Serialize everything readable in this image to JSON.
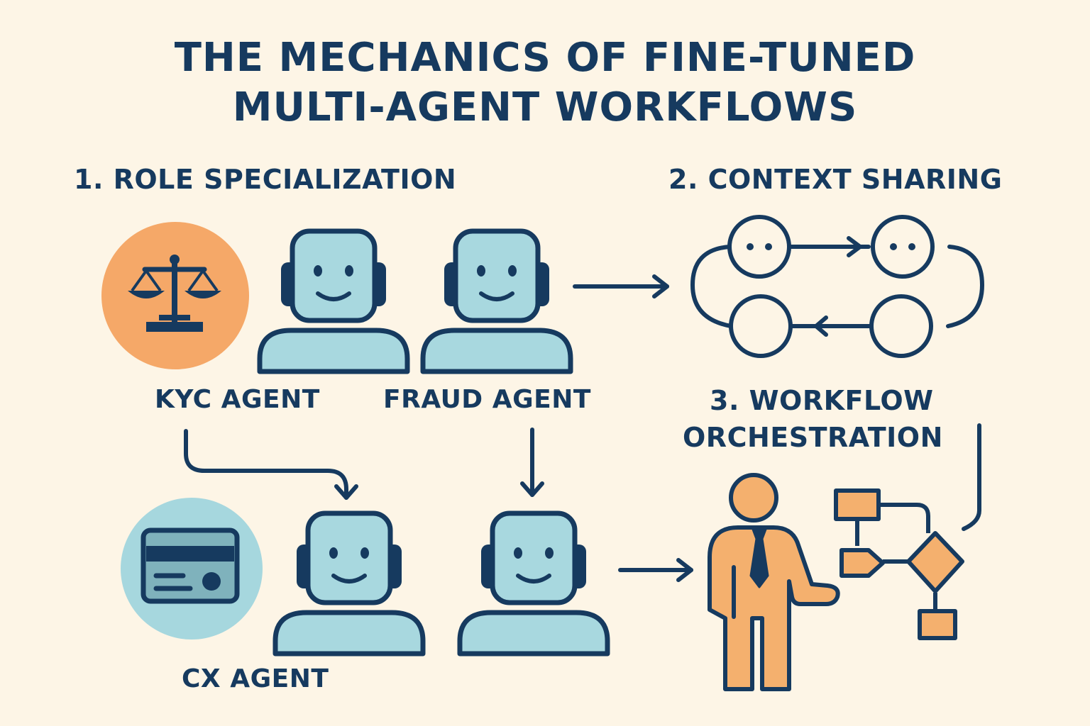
{
  "title": {
    "line1": "THE MECHANICS OF FINE-TUNED",
    "line2": "MULTI-AGENT WORKFLOWS"
  },
  "sections": {
    "role": "1. ROLE SPECIALIZATION",
    "context": "2. CONTEXT SHARING",
    "workflow_line1": "3. WORKFLOW",
    "workflow_line2": "ORCHESTRATION"
  },
  "agents": {
    "kyc": "KYC AGENT",
    "fraud": "FRAUD AGENT",
    "cx": "CX AGENT"
  },
  "icons": {
    "kyc_badge": "scales-of-justice-icon",
    "cx_badge": "credit-card-icon",
    "robot": "robot-agent-icon",
    "person": "business-person-icon",
    "flow": "flowchart-icon",
    "context": "context-sharing-loop-icon"
  },
  "colors": {
    "background": "#fdf5e6",
    "navy": "#163a5f",
    "robot_fill": "#a8d8df",
    "orange": "#f5a868",
    "person_orange": "#f4b06e",
    "badge_blue": "#a6d7de"
  }
}
